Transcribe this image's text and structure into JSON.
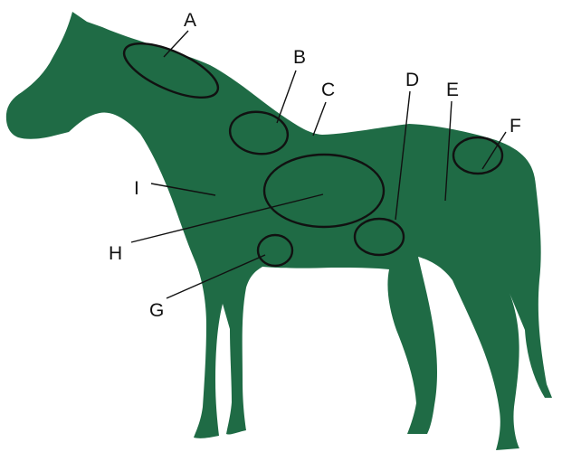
{
  "colors": {
    "silhouette": "#1f6b45",
    "outline": "#111111",
    "background": "#ffffff"
  },
  "figure": {
    "subject": "horse-silhouette"
  },
  "labels": {
    "a": "A",
    "b": "B",
    "c": "C",
    "d": "D",
    "e": "E",
    "f": "F",
    "g": "G",
    "h": "H",
    "i": "I"
  }
}
